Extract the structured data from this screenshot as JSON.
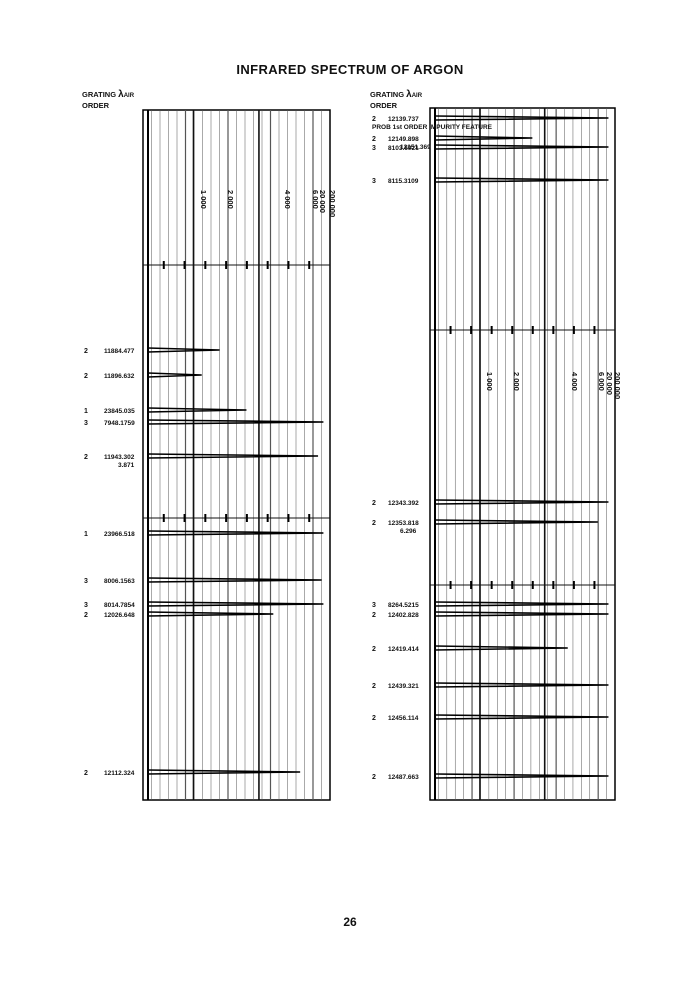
{
  "title": "INFRARED SPECTRUM OF ARGON",
  "page_number": "26",
  "chart_data": [
    {
      "type": "line",
      "panel": "left",
      "header": {
        "order": "GRATING",
        "order2": "ORDER",
        "lambda": "λ",
        "lambda_sub": "AIR"
      },
      "scale_labels": [
        "1 000",
        "2 000",
        "4 000",
        "6 000",
        "20 000",
        "200 000"
      ],
      "lines": [
        {
          "order": "2",
          "wavelength": "11884.477",
          "depth": 0.4
        },
        {
          "order": "2",
          "wavelength": "11896.632",
          "depth": 0.3
        },
        {
          "order": "1",
          "wavelength": "23845.035",
          "depth": 0.55
        },
        {
          "order": "3",
          "wavelength": "7948.1759",
          "depth": 0.98
        },
        {
          "order": "2",
          "wavelength": "11943.302",
          "wavelength2": "3.871",
          "depth": 0.95
        },
        {
          "order": "1",
          "wavelength": "23966.518",
          "depth": 0.98
        },
        {
          "order": "3",
          "wavelength": "8006.1563",
          "depth": 0.97
        },
        {
          "order": "3",
          "wavelength": "8014.7854",
          "depth": 0.98
        },
        {
          "order": "2",
          "wavelength": "12026.648",
          "depth": 0.7
        },
        {
          "order": "2",
          "wavelength": "12112.324",
          "depth": 0.85
        }
      ]
    },
    {
      "type": "line",
      "panel": "right",
      "header": {
        "order": "GRATING",
        "order2": "ORDER",
        "lambda": "λ",
        "lambda_sub": "AIR"
      },
      "scale_labels": [
        "1 000",
        "2 000",
        "4 000",
        "6 000",
        "20 000",
        "200 000"
      ],
      "annotation": "PROB 1st ORDER IMPURITY FEATURE",
      "lines": [
        {
          "order": "2",
          "wavelength": "12139.737",
          "depth": 0.98
        },
        {
          "order": "2",
          "wavelength": "12149.898",
          "wavelength2": "12151.369",
          "depth": 0.55
        },
        {
          "order": "3",
          "wavelength": "8103.6921",
          "depth": 0.98
        },
        {
          "order": "3",
          "wavelength": "8115.3109",
          "depth": 0.98
        },
        {
          "order": "2",
          "wavelength": "12343.392",
          "depth": 0.98
        },
        {
          "order": "2",
          "wavelength": "12353.818",
          "wavelength2": "6.296",
          "depth": 0.92
        },
        {
          "order": "3",
          "wavelength": "8264.5215",
          "depth": 0.98
        },
        {
          "order": "2",
          "wavelength": "12402.828",
          "depth": 0.98
        },
        {
          "order": "2",
          "wavelength": "12419.414",
          "depth": 0.75
        },
        {
          "order": "2",
          "wavelength": "12439.321",
          "depth": 0.98
        },
        {
          "order": "2",
          "wavelength": "12456.114",
          "depth": 0.98
        },
        {
          "order": "2",
          "wavelength": "12487.663",
          "depth": 0.98
        }
      ]
    }
  ]
}
